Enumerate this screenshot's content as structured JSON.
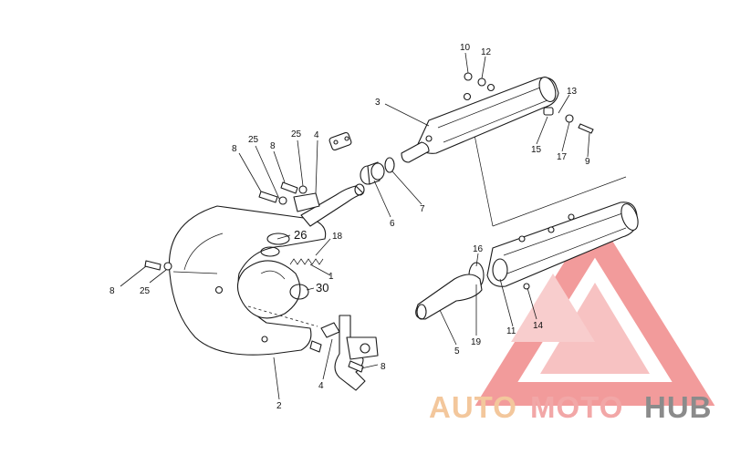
{
  "callouts": {
    "c10": "10",
    "c12": "12",
    "c3": "3",
    "c13": "13",
    "c15": "15",
    "c17": "17",
    "c9": "9",
    "c25a": "25",
    "c8a": "8",
    "c25b": "25",
    "c4a": "4",
    "c8b": "8",
    "c26": "26",
    "c18": "18",
    "c1": "1",
    "c30": "30",
    "c6": "6",
    "c7": "7",
    "c8c": "8",
    "c25c": "25",
    "c16": "16",
    "c11": "11",
    "c14": "14",
    "c19": "19",
    "c5": "5",
    "c2": "2",
    "c4b": "4",
    "c8d": "8"
  },
  "watermark": {
    "word_auto": "AUTO",
    "word_moto": "MOTO",
    "word_hub": "HUB",
    "colors": {
      "auto": "#f3c79c",
      "moto": "#f2a7a7",
      "hub": "#8b8b8b",
      "triangle": "#f08a8a"
    }
  }
}
